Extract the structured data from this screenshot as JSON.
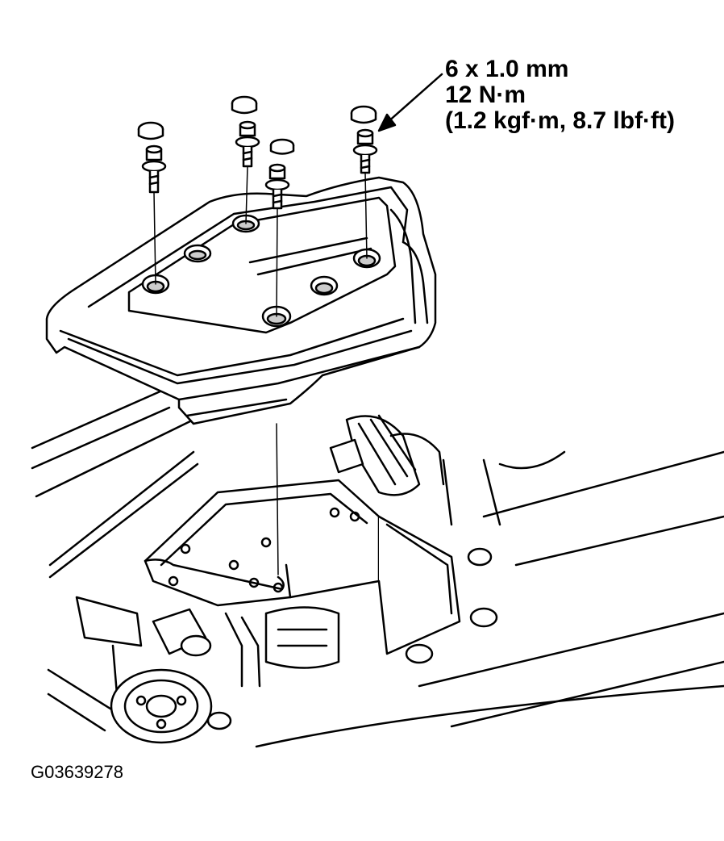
{
  "callout": {
    "size": "6 x 1.0 mm",
    "torque_nm": "12 N·m",
    "torque_alt": "(1.2 kgf·m, 8.7 lbf·ft)"
  },
  "figure_id": "G03639278",
  "colors": {
    "ink": "#000000",
    "paper": "#ffffff",
    "shade": "#cccccc"
  }
}
